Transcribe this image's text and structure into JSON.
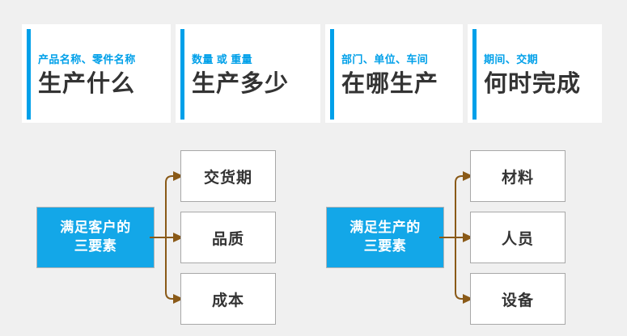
{
  "colors": {
    "background": "#f0f0f0",
    "accent_blue": "#00a0e9",
    "hub_blue": "#13a7e8",
    "connector_brown": "#8a5a18",
    "card_text": "#333333",
    "card_bg": "#ffffff",
    "leaf_border": "#a8a8a8"
  },
  "header": {
    "cards": [
      {
        "sub": "产品名称、零件名称",
        "title": "生产什么"
      },
      {
        "sub": "数量 或 重量",
        "title": "生产多少"
      },
      {
        "sub": "部门、单位、车间",
        "title": "在哪生产"
      },
      {
        "sub": "期间、交期",
        "title": "何时完成"
      }
    ]
  },
  "groups": [
    {
      "hub": "满足客户的\n三要素",
      "hub_line1": "满足客户的",
      "hub_line2": "三要素",
      "leaves": [
        "交货期",
        "品质",
        "成本"
      ]
    },
    {
      "hub": "满足生产的\n三要素",
      "hub_line1": "满足生产的",
      "hub_line2": "三要素",
      "leaves": [
        "材料",
        "人员",
        "设备"
      ]
    }
  ]
}
